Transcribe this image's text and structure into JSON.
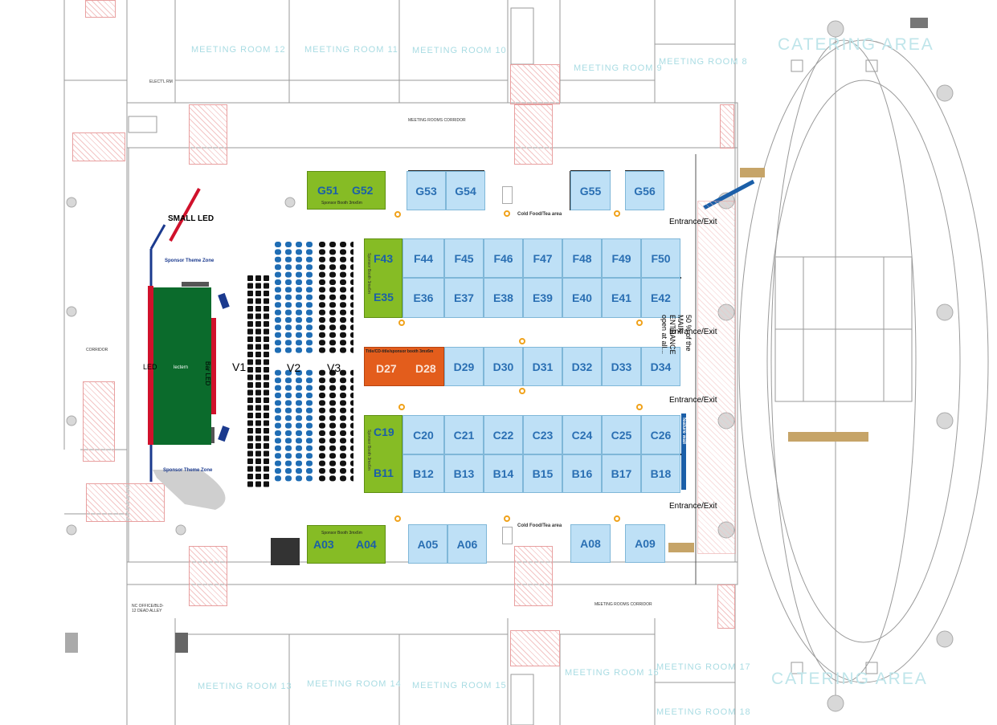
{
  "meeting_rooms": {
    "r12": "MEETING ROOM 12",
    "r11": "MEETING ROOM 11",
    "r10": "MEETING ROOM 10",
    "r9": "MEETING ROOM 9",
    "r8": "MEETING ROOM 8",
    "r13": "MEETING ROOM 13",
    "r14": "MEETING ROOM 14",
    "r15": "MEETING ROOM 15",
    "r16": "MEETING ROOM 16",
    "r17": "MEETING ROOM 17",
    "r18": "MEETING ROOM 18"
  },
  "catering": {
    "top": "CATERING AREA",
    "bottom": "CATERING AREA"
  },
  "stage": {
    "small_led": "SMALL LED",
    "theme_zone_top": "Sponsor Theme Zone",
    "theme_zone_bottom": "Sponsor Theme Zone",
    "led": "LED",
    "lectern": "lectern",
    "bar_led": "Bar LED"
  },
  "seating": {
    "v1": "V1",
    "v2": "V2",
    "v3": "V3"
  },
  "booths": {
    "g51": "G51",
    "g52": "G52",
    "g53": "G53",
    "g54": "G54",
    "g55": "G55",
    "g56": "G56",
    "f43": "F43",
    "f44": "F44",
    "f45": "F45",
    "f46": "F46",
    "f47": "F47",
    "f48": "F48",
    "f49": "F49",
    "f50": "F50",
    "e35": "E35",
    "e36": "E36",
    "e37": "E37",
    "e38": "E38",
    "e39": "E39",
    "e40": "E40",
    "e41": "E41",
    "e42": "E42",
    "d27": "D27",
    "d28": "D28",
    "d29": "D29",
    "d30": "D30",
    "d31": "D31",
    "d32": "D32",
    "d33": "D33",
    "d34": "D34",
    "c19": "C19",
    "c20": "C20",
    "c21": "C21",
    "c22": "C22",
    "c23": "C23",
    "c24": "C24",
    "c25": "C25",
    "c26": "C26",
    "b11": "B11",
    "b12": "B12",
    "b13": "B13",
    "b14": "B14",
    "b15": "B15",
    "b16": "B16",
    "b17": "B17",
    "b18": "B18",
    "a03": "A03",
    "a04": "A04",
    "a05": "A05",
    "a06": "A06",
    "a08": "A08",
    "a09": "A09"
  },
  "sponsor_notes": {
    "g_block": "Sponsor Booth 3mx6m",
    "a_block": "Sponsor Booth 3mx6m",
    "fe_block": "Sponsor Booth 3mx6m",
    "cb_block": "Sponsor Booth 3mx6m",
    "d_block": "Title/CD-title/sponsor booth 3mx6m"
  },
  "food": {
    "top": "Cold Food/Tea area",
    "bottom": "Cold Food/Tea area"
  },
  "entrances": {
    "e1": "Entrance/Exit",
    "e2": "Entrance/Exit",
    "e3": "Entrance/Exit",
    "e4": "Entrance/Exit"
  },
  "main_entrance_note": "50 % of the MAIN ENTRANCE open at all...",
  "feature_wall_top": "Feature wall",
  "feature_wall_side": "feature wall",
  "misc": {
    "elec": "ELECT'L RM",
    "corridor_top": "MEETING ROOMS CORRIDOR",
    "corridor_bottom": "MEETING ROOMS CORRIDOR",
    "corridor_left": "CORRIDOR",
    "nc": "NC OFFICE/BLD-12 DEAD ALLEY"
  },
  "colors": {
    "booth": "#bee0f6",
    "sponsor": "#86bc25",
    "title": "#e35d1c",
    "stage": "#0b6b2c",
    "led": "#d0112b",
    "label": "#2a6fb3"
  }
}
